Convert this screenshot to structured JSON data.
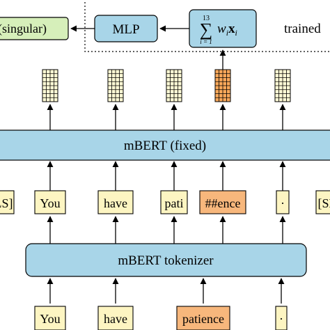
{
  "colors": {
    "blue": "#a8d5e8",
    "yellow": "#fdf5c2",
    "orange": "#f7b77c",
    "green": "#d6efba",
    "grid_yellow": "#fffbd6",
    "grid_orange": "#f9a85a",
    "stroke": "#000000"
  },
  "output_label": "P(singular)",
  "mlp_label": "MLP",
  "sum_formula": {
    "upper": "13",
    "lower": "i = 1",
    "body": "w_i x_i"
  },
  "trained_label": "trained",
  "mbert_label": "mBERT (fixed)",
  "tokens": [
    "[CLS]",
    "You",
    "have",
    "pati",
    "##ence",
    "·",
    "[SEP]"
  ],
  "tokenizer_label": "mBERT tokenizer",
  "words": [
    "You",
    "have",
    "patience",
    "·"
  ],
  "highlighted_token": "##ence",
  "highlighted_word": "patience"
}
